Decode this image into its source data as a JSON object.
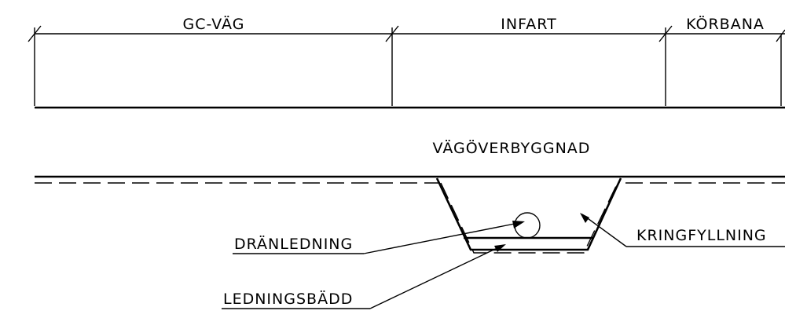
{
  "dimension_labels": {
    "gc_vag": "GC-VÄG",
    "infart": "INFART",
    "korbana": "KÖRBANA"
  },
  "layer_label": "VÄGÖVERBYGGNAD",
  "callouts": {
    "dranledning": "DRÄNLEDNING",
    "ledningsbadd": "LEDNINGSBÄDD",
    "kringfyllning": "KRINGFYLLNING"
  }
}
